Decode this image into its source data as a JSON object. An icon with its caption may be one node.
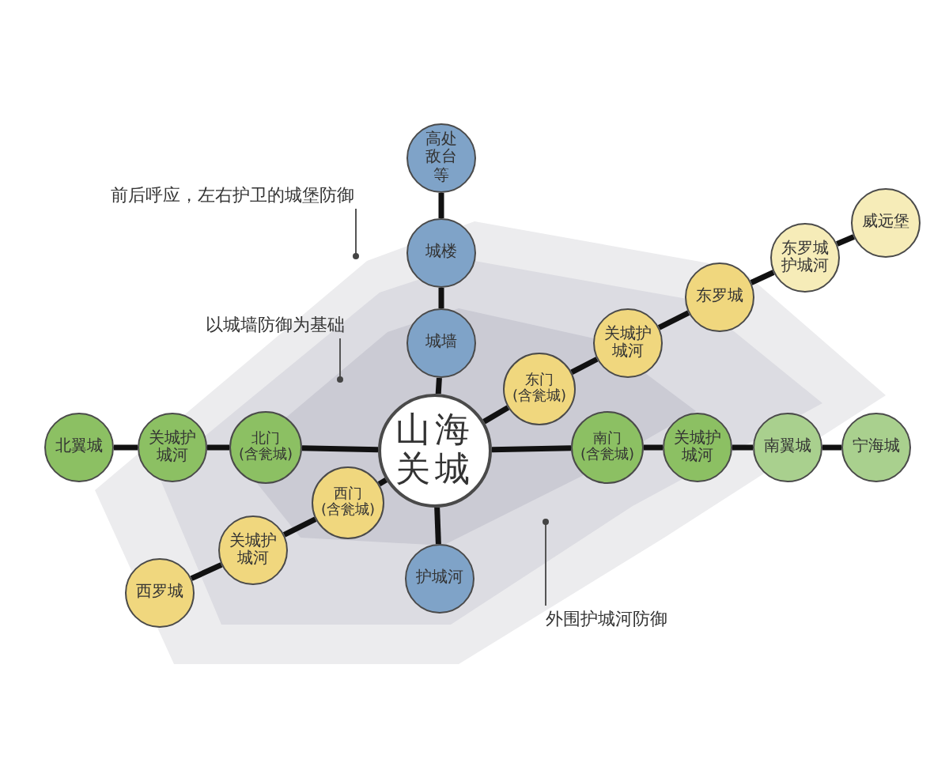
{
  "diagram": {
    "nodes": [
      {
        "text": [
          "山海关城"
        ]
      },
      {
        "text": [
          "高处敌台等"
        ]
      },
      {
        "text": [
          "城楼"
        ]
      },
      {
        "text": [
          "城墙"
        ]
      },
      {
        "text": [
          "护城河"
        ]
      },
      {
        "text": [
          "北翼城"
        ]
      },
      {
        "text": [
          "关城护城河"
        ]
      },
      {
        "text": [
          "北门(含瓮城)"
        ]
      },
      {
        "text": [
          "西门(含瓮城)"
        ]
      },
      {
        "text": [
          "关城护城河"
        ]
      },
      {
        "text": [
          "西罗城"
        ]
      },
      {
        "text": [
          "东门(含瓮城)"
        ]
      },
      {
        "text": [
          "关城护城河"
        ]
      },
      {
        "text": [
          "东罗城"
        ]
      },
      {
        "text": [
          "东罗城护城河"
        ]
      },
      {
        "text": [
          "威远堡"
        ]
      },
      {
        "text": [
          "南门(含瓮城)"
        ]
      },
      {
        "text": [
          "关城护城河"
        ]
      },
      {
        "text": [
          "南翼城"
        ]
      },
      {
        "text": [
          "宁海城"
        ]
      },
      {
        "text": [
          "前后呼应，左右护卫的城堡防御"
        ]
      },
      {
        "text": [
          "以城墙防御为基础"
        ]
      },
      {
        "text": [
          "外围护城河防御"
        ]
      }
    ],
    "edges": [
      {
        "from": 0,
        "to": 3,
        "arrow": "none"
      },
      {
        "from": 3,
        "to": 2,
        "arrow": "none"
      },
      {
        "from": 2,
        "to": 1,
        "arrow": "none"
      },
      {
        "from": 0,
        "to": 4,
        "arrow": "none"
      },
      {
        "from": 0,
        "to": 7,
        "arrow": "none"
      },
      {
        "from": 7,
        "to": 6,
        "arrow": "none"
      },
      {
        "from": 6,
        "to": 5,
        "arrow": "none"
      },
      {
        "from": 0,
        "to": 8,
        "arrow": "none"
      },
      {
        "from": 8,
        "to": 9,
        "arrow": "none"
      },
      {
        "from": 9,
        "to": 10,
        "arrow": "none"
      },
      {
        "from": 0,
        "to": 11,
        "arrow": "none"
      },
      {
        "from": 11,
        "to": 12,
        "arrow": "none"
      },
      {
        "from": 12,
        "to": 13,
        "arrow": "none"
      },
      {
        "from": 13,
        "to": 14,
        "arrow": "none"
      },
      {
        "from": 14,
        "to": 15,
        "arrow": "none"
      },
      {
        "from": 0,
        "to": 16,
        "arrow": "none"
      },
      {
        "from": 16,
        "to": 17,
        "arrow": "none"
      },
      {
        "from": 17,
        "to": 18,
        "arrow": "none"
      },
      {
        "from": 18,
        "to": 19,
        "arrow": "none"
      },
      {
        "from": 20,
        "to": null,
        "arrow": "other"
      },
      {
        "from": 21,
        "to": null,
        "arrow": "other"
      },
      {
        "from": 22,
        "to": null,
        "arrow": "other"
      }
    ]
  }
}
